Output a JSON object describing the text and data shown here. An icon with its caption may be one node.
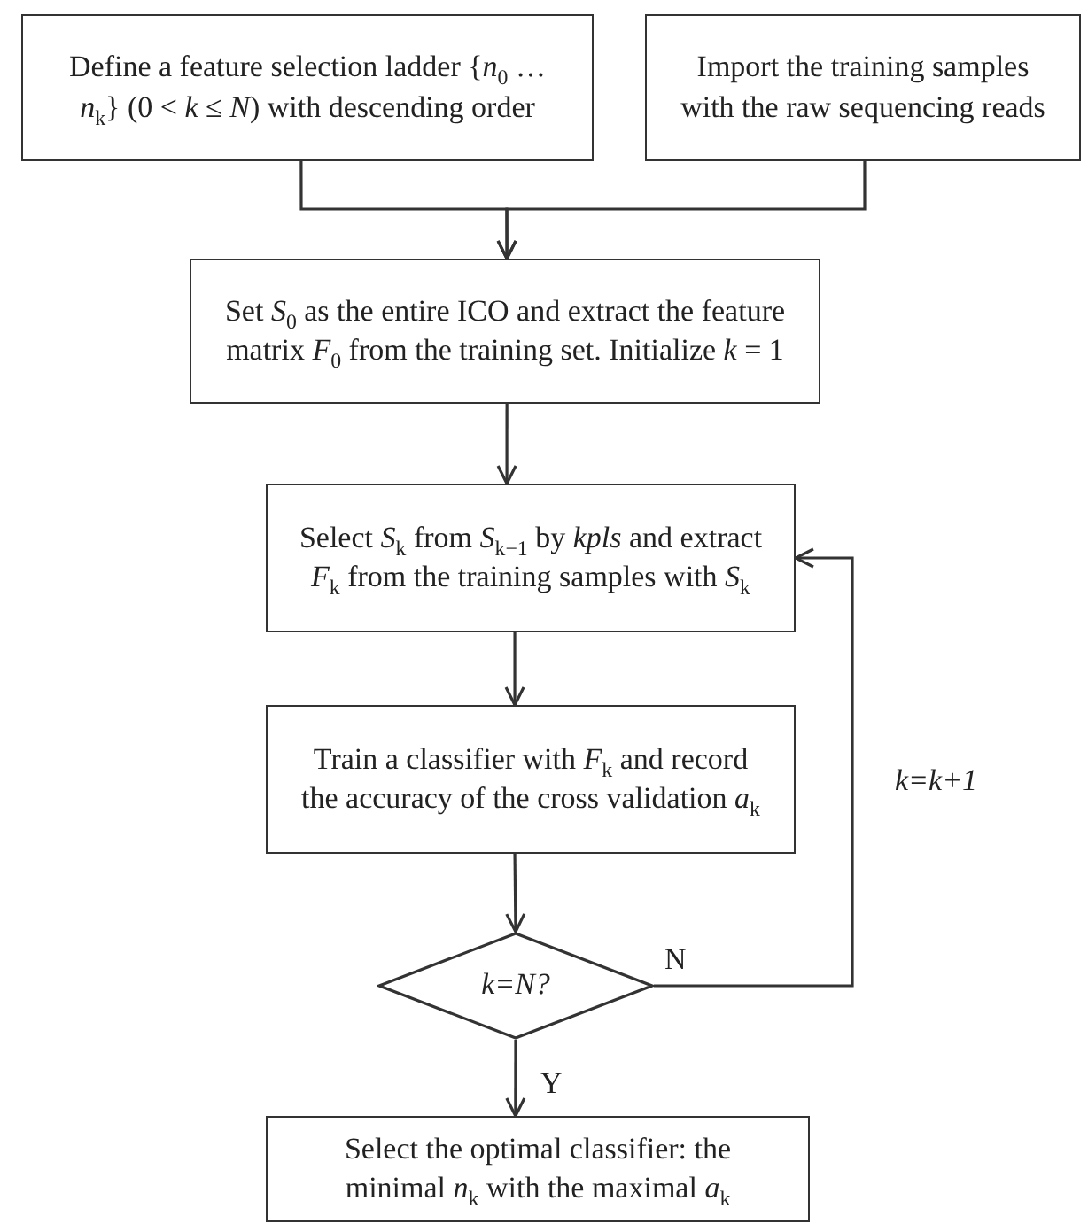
{
  "diagram": {
    "nodes": [
      {
        "text": [
          "Define a feature selection ladder {*n*$_{0}$ … *n*$_{k}$} (0 < *k* ≤ *N*) with descending order"
        ]
      },
      {
        "text": [
          "Import the training samples with the raw sequencing reads"
        ]
      },
      {
        "text": [
          "Set *S*$_{0}$ as the entire ICO and extract the feature matrix *F*$_{0}$ from the training set. Initialize *k* = 1"
        ]
      },
      {
        "text": [
          "Select *S*$_{k}$ from *S*$_{k−1}$ by *kpls* and extract *F*$_{k}$ from the training samples with *S*$_{k}$"
        ]
      },
      {
        "text": [
          "Train a classifier with *F*$_{k}$ and record the accuracy of the cross validation *a*$_{k}$"
        ]
      },
      {
        "text": [
          "k=N?"
        ]
      },
      {
        "text": [
          "Select the optimal classifier: the minimal *n*$_{k}$ with the maximal *a*$_{k}$"
        ]
      }
    ],
    "edges": [
      {
        "from": 0,
        "to": 2,
        "arrow": "to"
      },
      {
        "from": 1,
        "to": 2,
        "arrow": "to"
      },
      {
        "from": 2,
        "to": 3,
        "arrow": "to"
      },
      {
        "from": 3,
        "to": 4,
        "arrow": "to"
      },
      {
        "from": 4,
        "to": 5,
        "arrow": "to"
      },
      {
        "from": 5,
        "to": 6,
        "arrow": "to",
        "label": "Y"
      },
      {
        "from": 5,
        "to": 3,
        "arrow": "to",
        "label": "N"
      }
    ],
    "labels": [
      "k=k+1"
    ]
  }
}
